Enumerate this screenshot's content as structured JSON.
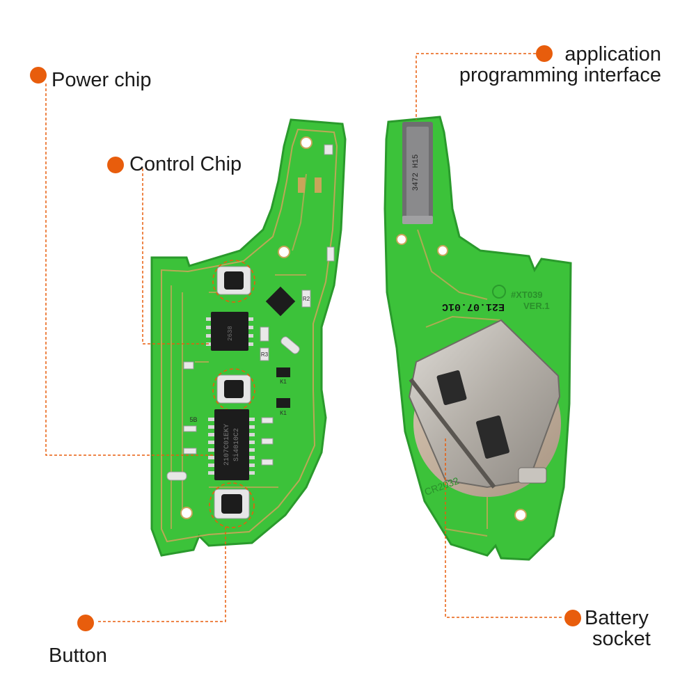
{
  "callouts": {
    "power_chip": "Power chip",
    "control_chip": "Control Chip",
    "button": "Button",
    "api_line1": "application",
    "api_line2": "programming interface",
    "battery_line1": "Battery",
    "battery_line2": "socket"
  },
  "front_board": {
    "chip_upper": "2638",
    "chip_main_line1": "Si4010C2",
    "chip_main_line2": "2107C01EKY",
    "part_r2": "R2",
    "part_r3": "R3",
    "part_k1a": "K1",
    "part_k1b": "K1",
    "part_mark": "5B"
  },
  "back_board": {
    "model": "#XT039",
    "version": "VER.1",
    "date_code": "E21.07.01C",
    "battery_type": "CR2032",
    "connector_text": "3472 H15"
  },
  "colors": {
    "accent": "#e85d0c",
    "pcb_green": "#3cc23a",
    "pcb_edge": "#2a9a2c",
    "trace": "#c9a55a",
    "chip": "#1c1c1c",
    "metal": "#b8b4ae"
  }
}
